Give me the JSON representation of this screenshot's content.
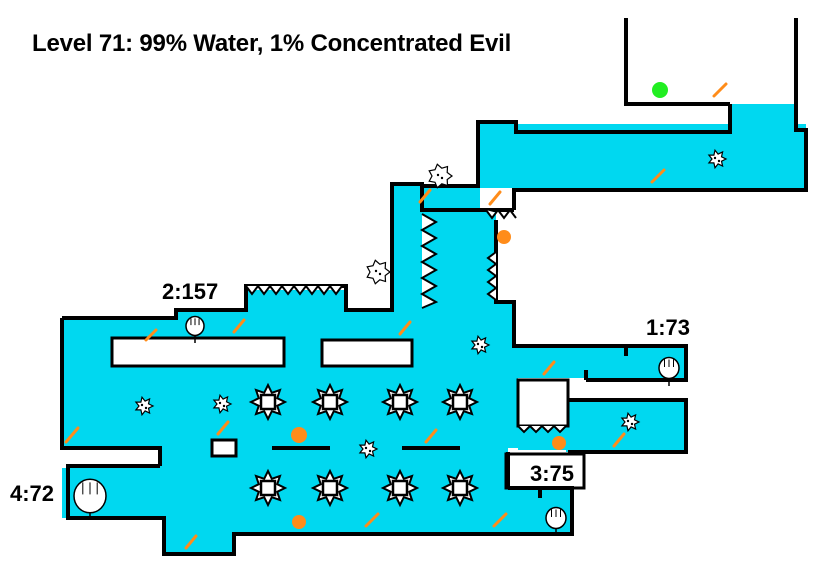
{
  "level": {
    "title": "Level 71: 99% Water, 1% Concentrated Evil"
  },
  "checkpoints": [
    {
      "id": "1",
      "label": "1:73"
    },
    {
      "id": "2",
      "label": "2:157"
    },
    {
      "id": "3",
      "label": "3:75"
    },
    {
      "id": "4",
      "label": "4:72"
    }
  ],
  "colors": {
    "water": "#00d8f0",
    "wall": "#000000",
    "player": "#22ee22",
    "coin": "#ff8c1a",
    "arrow": "#ff8c1a",
    "background": "#ffffff"
  },
  "icons": {
    "player": "green-ball",
    "checkpoint": "hand-flag",
    "enemy": "spiky-blob",
    "hazard": "spike-row",
    "pickup": "orange-coin",
    "current": "orange-arrow"
  }
}
